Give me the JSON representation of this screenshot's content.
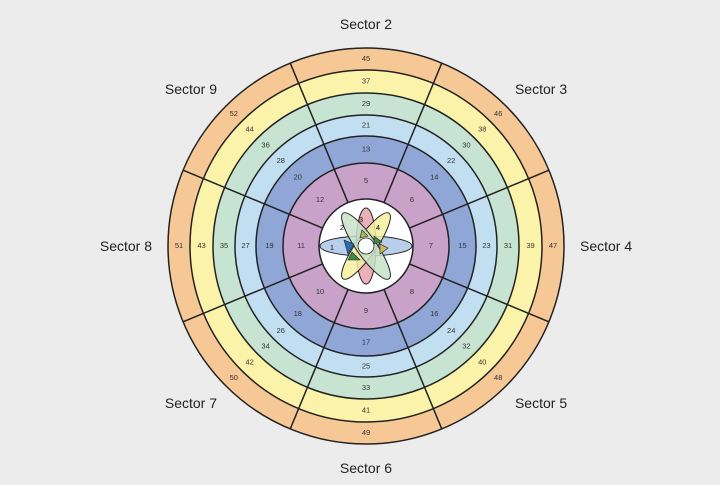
{
  "sectors": [
    {
      "name": "Sector 2",
      "numbers": [
        "5",
        "13",
        "21",
        "29",
        "37",
        "45"
      ]
    },
    {
      "name": "Sector 3",
      "numbers": [
        "6",
        "14",
        "22",
        "30",
        "38",
        "46"
      ]
    },
    {
      "name": "Sector 4",
      "numbers": [
        "7",
        "15",
        "23",
        "31",
        "39",
        "47"
      ]
    },
    {
      "name": "Sector 5",
      "numbers": [
        "8",
        "16",
        "24",
        "32",
        "40",
        "48"
      ]
    },
    {
      "name": "Sector 6",
      "numbers": [
        "9",
        "17",
        "25",
        "33",
        "41",
        "49"
      ]
    },
    {
      "name": "Sector 7",
      "numbers": [
        "10",
        "18",
        "26",
        "34",
        "42",
        "50"
      ]
    },
    {
      "name": "Sector 8",
      "numbers": [
        "11",
        "19",
        "27",
        "35",
        "43",
        "51"
      ]
    },
    {
      "name": "Sector 9",
      "numbers": [
        "12",
        "20",
        "28",
        "36",
        "44",
        "52"
      ]
    }
  ],
  "center_numbers": [
    "1",
    "2",
    "3",
    "4"
  ],
  "ring_colors": [
    "#c9a2c9",
    "#8fa6d6",
    "#c2dff2",
    "#c7e3d1",
    "#fbf3a9",
    "#f6c896"
  ],
  "center_colors": {
    "center": "#ffffff",
    "petal_left": "#aac7e6",
    "petal_top": "#e8a3ad",
    "petal_diag_a": "#f6f0a0",
    "petal_diag_b": "#c7e3c9",
    "wedge_a": "#3d8a4a",
    "wedge_b": "#2a6db3",
    "wedge_c": "#a9b855",
    "wedge_d": "#d6b85a"
  },
  "line_color": "#222222"
}
